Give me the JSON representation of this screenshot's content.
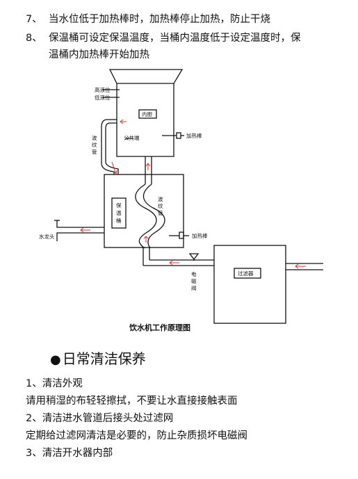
{
  "top_list": [
    {
      "num": "7、",
      "text": "当水位低于加热棒时，加热棒停止加热，防止干烧"
    },
    {
      "num": "8、",
      "text": "保温桶可设定保温温度，当桶内温度低于设定温度时，保",
      "cont": "温桶内加热棒开始加热"
    }
  ],
  "diagram": {
    "caption": "饮水机工作原理图",
    "labels": {
      "high_level": "高液位",
      "low_level": "低液位",
      "inner_tank": "内胆",
      "common_end": "公共端",
      "heater_top": "加热棒",
      "bellows_left": [
        "波",
        "纹",
        "管"
      ],
      "bellows_right": [
        "波",
        "纹",
        "管"
      ],
      "insulation": [
        "保",
        "温",
        "桶"
      ],
      "faucet": "水龙头",
      "heater_bottom": "加热棒",
      "filter": "过滤器",
      "solenoid": [
        "电",
        "磁",
        "阀"
      ]
    }
  },
  "section": {
    "bullet": "●",
    "title": "日常清洁保养"
  },
  "cleaning_lines": [
    "1、清洁外观",
    "请用稍湿的布轻轻擦拭，不要让水直接接触表面",
    "2、清洁进水管道后接头处过滤网",
    "定期给过滤网清洁是必要的，防止杂质损坏电磁阀",
    "3、清洁开水器内部"
  ],
  "colors": {
    "line": "#111111",
    "arrow": "#d9302c"
  }
}
